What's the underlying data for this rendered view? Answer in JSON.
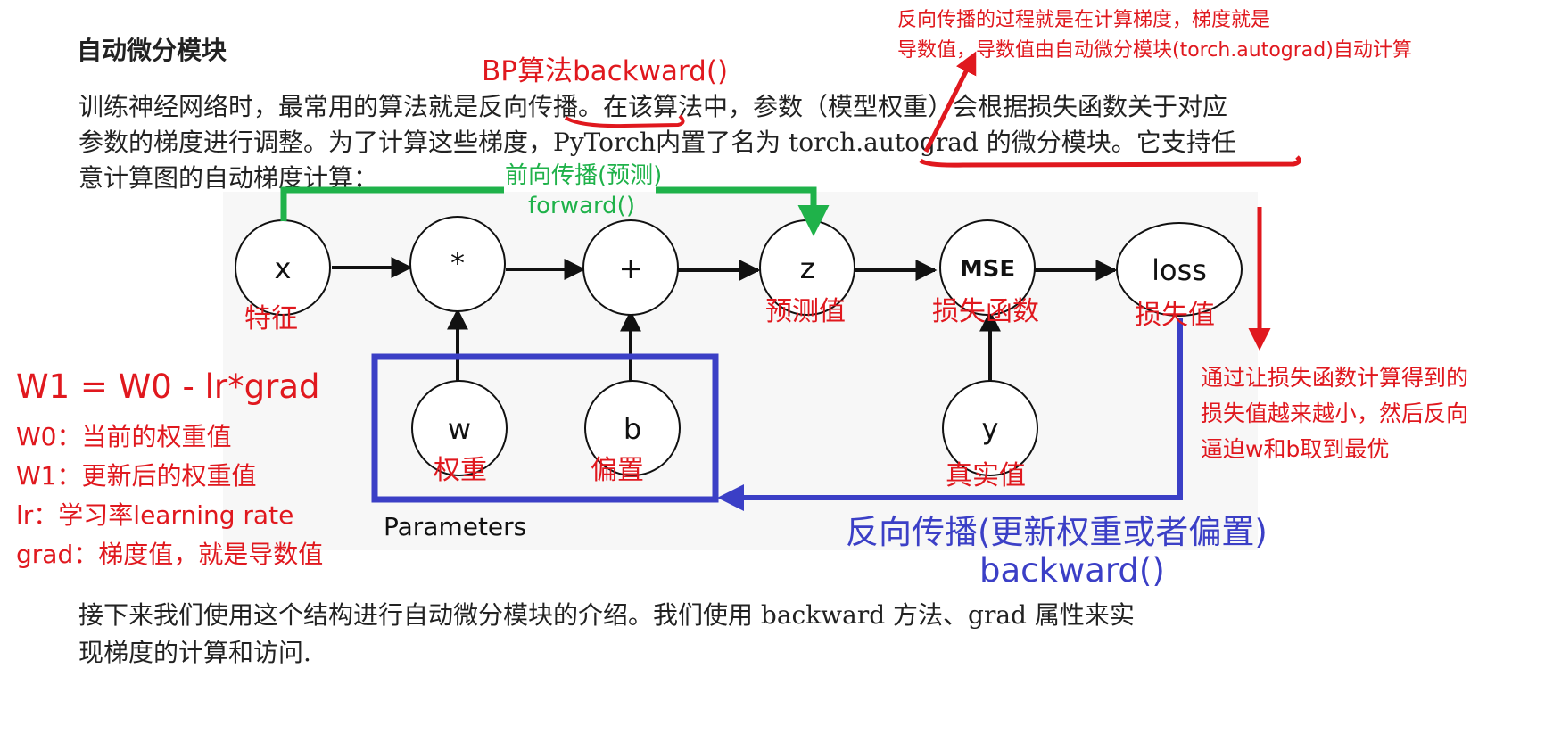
{
  "doc": {
    "title": "自动微分模块",
    "intro_line1": "训练神经网络时，最常用的算法就是反向传播。在该算法中，参数（模型权重）会根据损失函数关于对应",
    "intro_line2": "参数的梯度进行调整。为了计算这些梯度，PyTorch内置了名为 torch.autograd 的微分模块。它支持任",
    "intro_line3": "意计算图的自动梯度计算：",
    "outro_line1": "接下来我们使用这个结构进行自动微分模块的介绍。我们使用 backward 方法、grad 属性来实",
    "outro_line2": "现梯度的计算和访问."
  },
  "graph": {
    "nodes": {
      "x": "x",
      "mul": "*",
      "add": "+",
      "z": "z",
      "mse": "MSE",
      "loss": "loss",
      "w": "w",
      "b": "b",
      "y": "y"
    },
    "params_label": "Parameters"
  },
  "annotations": {
    "bp_title": "BP算法backward()",
    "top_right_line1": "反向传播的过程就是在计算梯度，梯度就是",
    "top_right_line2": "导数值，导数值由自动微分模块(torch.autograd)自动计算",
    "forward_line1": "前向传播(预测)",
    "forward_line2": "forward()",
    "feature": "特征",
    "pred": "预测值",
    "loss_fn": "损失函数",
    "loss_val": "损失值",
    "weight": "权重",
    "bias": "偏置",
    "truth": "真实值",
    "right_note_line1": "通过让损失函数计算得到的",
    "right_note_line2": "损失值越来越小，然后反向",
    "right_note_line3": "逼迫w和b取到最优",
    "backward_line1": "反向传播(更新权重或者偏置)",
    "backward_line2": "backward()",
    "formula": "W1 = W0 - lr*grad",
    "def_w0": "W0：当前的权重值",
    "def_w1": "W1：更新后的权重值",
    "def_lr": "lr：学习率learning rate",
    "def_grad": "grad：梯度值，就是导数值"
  },
  "colors": {
    "red": "#e0181e",
    "green": "#1fb24a",
    "blue": "#3b3fc6",
    "text": "#222222"
  }
}
